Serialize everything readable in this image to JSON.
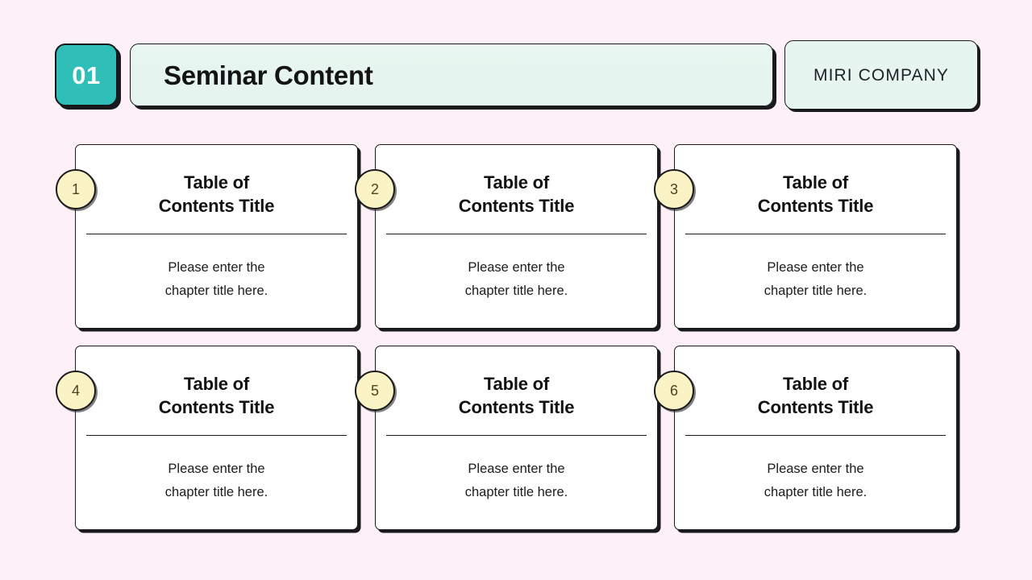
{
  "page": {
    "background_color": "#fdf0f7"
  },
  "header": {
    "section_number": "01",
    "section_number_bg": "#2fbfb8",
    "title": "Seminar Content",
    "title_bar_bg": "#e8f6f1",
    "company": "MIRI COMPANY",
    "company_bg": "#e7f5f0",
    "outline_color": "#1a1a1c"
  },
  "cards": [
    {
      "number": "1",
      "title": "Table of\nContents Title",
      "body": "Please enter the\nchapter title here.",
      "badge_bg": "#faf3c6"
    },
    {
      "number": "2",
      "title": "Table of\nContents Title",
      "body": "Please enter the\nchapter title here.",
      "badge_bg": "#faf3c6"
    },
    {
      "number": "3",
      "title": "Table of\nContents Title",
      "body": "Please enter the\nchapter title here.",
      "badge_bg": "#faf3c6"
    },
    {
      "number": "4",
      "title": "Table of\nContents Title",
      "body": "Please enter the\nchapter title here.",
      "badge_bg": "#faf3c6"
    },
    {
      "number": "5",
      "title": "Table of\nContents Title",
      "body": "Please enter the\nchapter title here.",
      "badge_bg": "#faf3c6"
    },
    {
      "number": "6",
      "title": "Table of\nContents Title",
      "body": "Please enter the\nchapter title here.",
      "badge_bg": "#faf3c6"
    }
  ]
}
